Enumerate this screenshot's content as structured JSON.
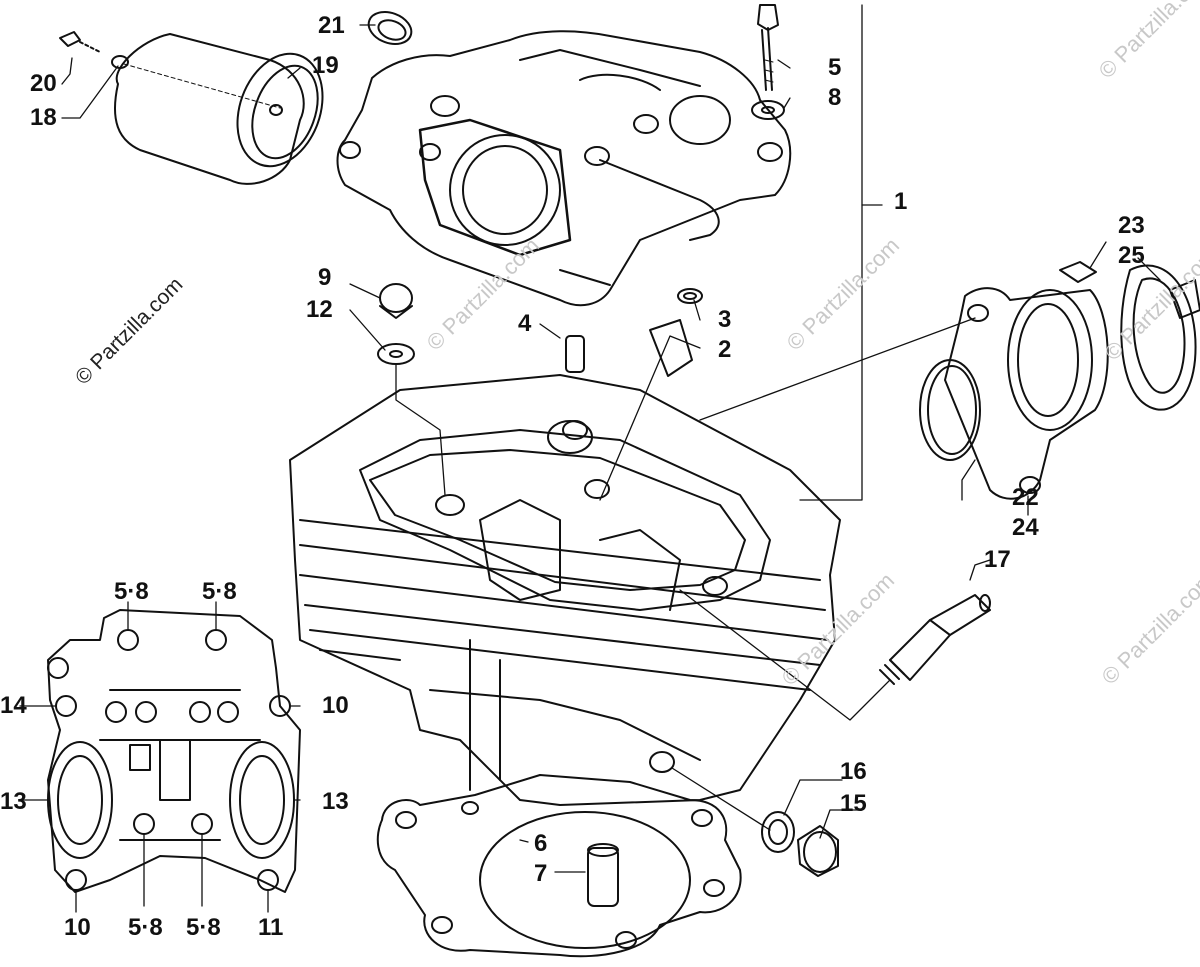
{
  "watermarks": {
    "main": "© Partzilla.com",
    "faint": "© Partzilla.com"
  },
  "callouts": {
    "c1": "1",
    "c2": "2",
    "c3": "3",
    "c4": "4",
    "c5": "5",
    "c6": "6",
    "c7": "7",
    "c8": "8",
    "c9": "9",
    "c10_right": "10",
    "c10_bottom": "10",
    "c11": "11",
    "c12": "12",
    "c13_left": "13",
    "c13_right": "13",
    "c14": "14",
    "c15": "15",
    "c16": "16",
    "c17": "17",
    "c18": "18",
    "c19": "19",
    "c20": "20",
    "c21": "21",
    "c22": "22",
    "c23": "23",
    "c24": "24",
    "c25": "25",
    "c58_top_left": "5·8",
    "c58_top_right": "5·8",
    "c58_bottom_left": "5·8",
    "c58_bottom_right": "5·8"
  },
  "colors": {
    "line": "#111111",
    "watermark": "#c8c8c8"
  }
}
